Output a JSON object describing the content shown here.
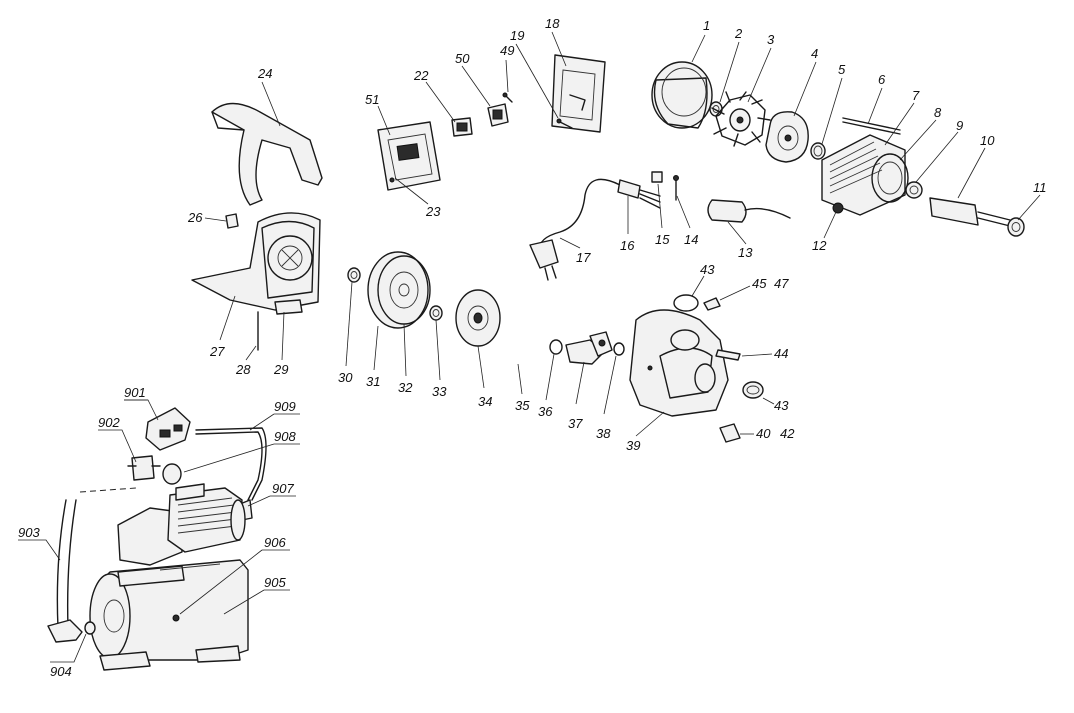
{
  "labels": {
    "p1": "1",
    "p2": "2",
    "p3": "3",
    "p4": "4",
    "p5": "5",
    "p6": "6",
    "p7": "7",
    "p8": "8",
    "p9": "9",
    "p10": "10",
    "p11": "11",
    "p12": "12",
    "p13": "13",
    "p14": "14",
    "p15": "15",
    "p16": "16",
    "p17": "17",
    "p18": "18",
    "p19": "19",
    "p22": "22",
    "p23": "23",
    "p24": "24",
    "p26": "26",
    "p27": "27",
    "p28": "28",
    "p29": "29",
    "p30": "30",
    "p31": "31",
    "p32": "32",
    "p33": "33",
    "p34": "34",
    "p35": "35",
    "p36": "36",
    "p37": "37",
    "p38": "38",
    "p39": "39",
    "p40": "40",
    "p42": "42",
    "p43a": "43",
    "p43b": "43",
    "p44": "44",
    "p45": "45",
    "p47": "47",
    "p49": "49",
    "p50": "50",
    "p51": "51",
    "p901": "901",
    "p902": "902",
    "p903": "903",
    "p904": "904",
    "p905": "905",
    "p906": "906",
    "p907": "907",
    "p908": "908",
    "p909": "909"
  }
}
